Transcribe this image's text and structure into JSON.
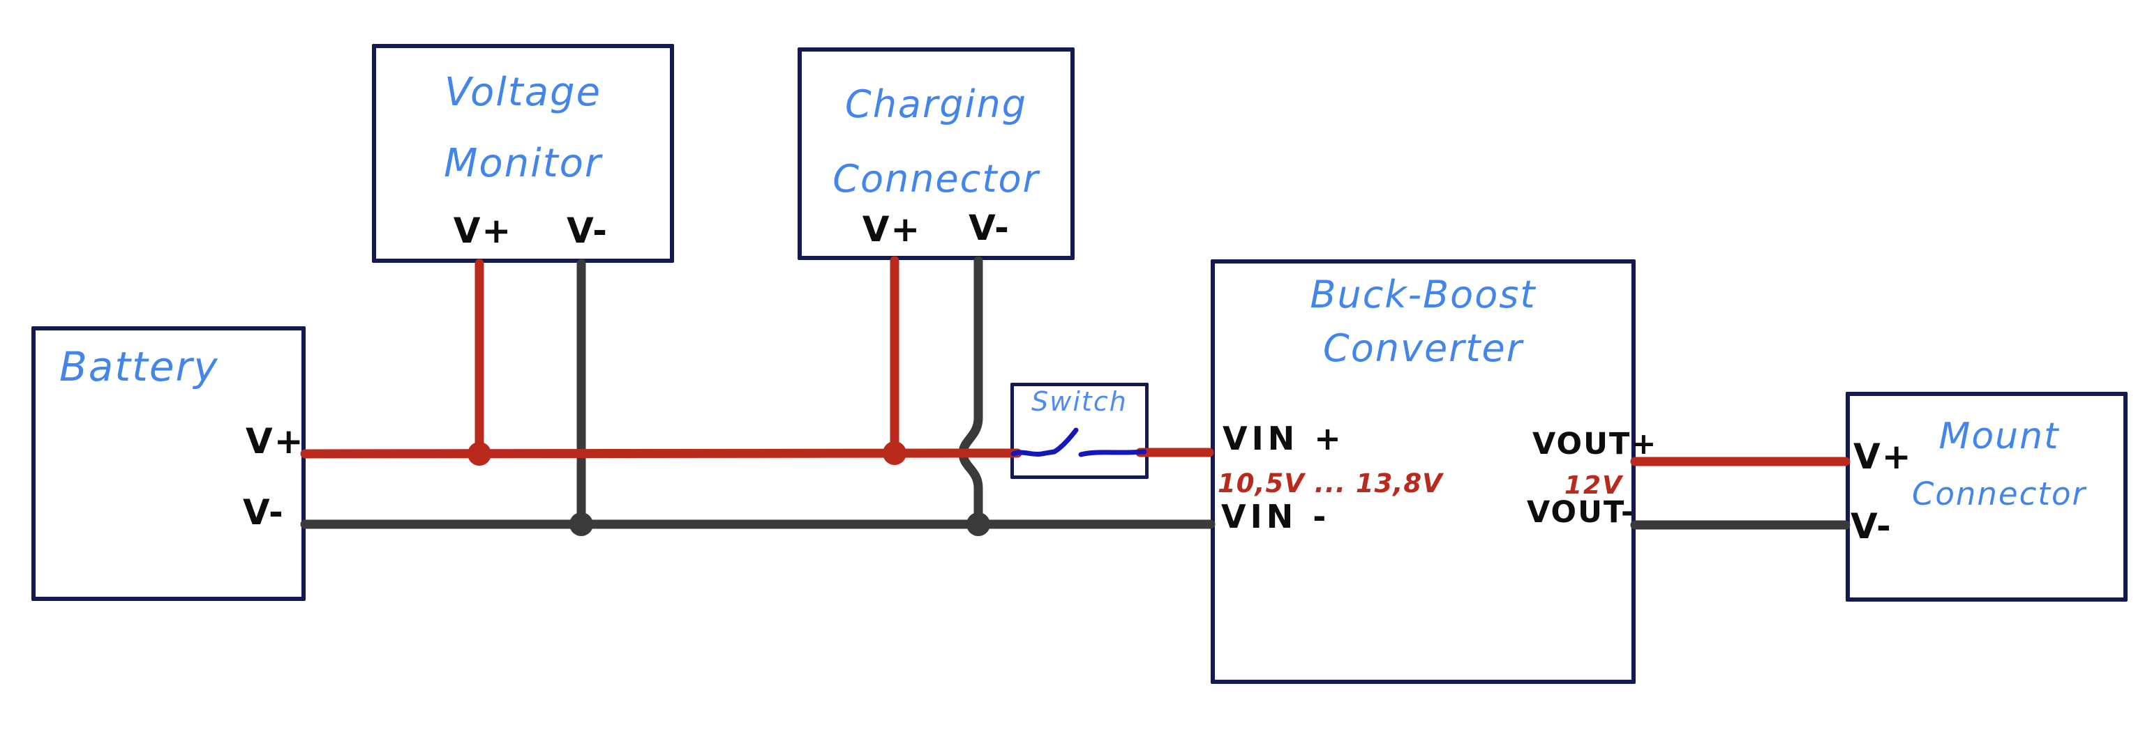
{
  "diagram_type": "hand-drawn power wiring diagram",
  "colors": {
    "background": "#ffffff",
    "positive_wire_red": "#b9291c",
    "negative_wire_dark": "#3a3a3c",
    "box_border_navy": "#131a53",
    "label_blue": "#4285ec",
    "switch_label_blue": "#4e8cf3",
    "switch_symbol_blue": "#1518b9",
    "voltage_text_red": "#b9291c",
    "terminal_text_black": "#0d0d0d"
  },
  "blocks": {
    "battery": {
      "label": "Battery",
      "vplus": "V+",
      "vminus": "V-"
    },
    "voltage_monitor": {
      "line1": "Voltage",
      "line2": "Monitor",
      "vplus": "V+",
      "vminus": "V-"
    },
    "charging_connector": {
      "line1": "Charging",
      "line2": "Connector",
      "vplus": "V+",
      "vminus": "V-"
    },
    "switch": {
      "label": "Switch"
    },
    "buck_boost": {
      "line1": "Buck-Boost",
      "line2": "Converter",
      "vin_plus": "VIN +",
      "vin_range": "10,5V ... 13,8V",
      "vin_minus": "VIN -",
      "vout_plus": "VOUT+",
      "vout_value": "12V",
      "vout_minus": "VOUT-"
    },
    "mount_connector": {
      "line1": "Mount",
      "line2": "Connector",
      "vplus": "V+",
      "vminus": "V-"
    }
  },
  "connections": [
    {
      "polarity": "positive",
      "from": "Battery V+",
      "to": "Buck-Boost Converter VIN +",
      "via": [
        "Voltage Monitor V+",
        "Charging Connector V+",
        "Switch"
      ]
    },
    {
      "polarity": "negative",
      "from": "Battery V-",
      "to": "Buck-Boost Converter VIN -",
      "via": [
        "Voltage Monitor V-",
        "Charging Connector V-"
      ]
    },
    {
      "polarity": "positive",
      "from": "Buck-Boost Converter VOUT+",
      "to": "Mount Connector V+"
    },
    {
      "polarity": "negative",
      "from": "Buck-Boost Converter VOUT-",
      "to": "Mount Connector V-"
    }
  ]
}
